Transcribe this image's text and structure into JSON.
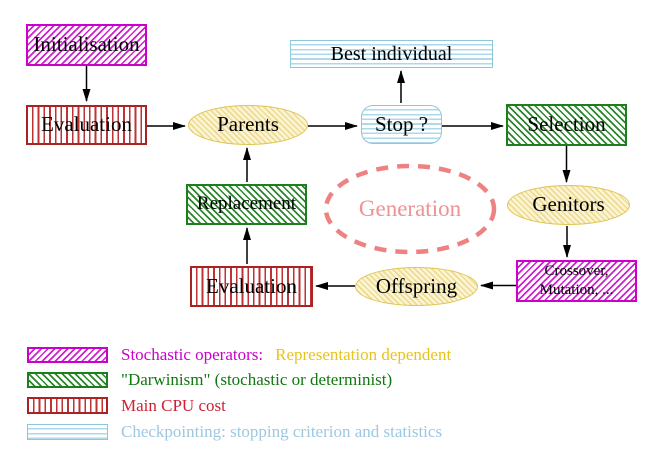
{
  "diagram": {
    "nodes": {
      "initialisation": "Initialisation",
      "evaluation_top": "Evaluation",
      "best_individual": "Best individual",
      "stop": "Stop ?",
      "selection": "Selection",
      "parents": "Parents",
      "genitors": "Genitors",
      "crossover_line1": "Crossover,",
      "crossover_line2": "Mutation, ...",
      "offspring": "Offspring",
      "evaluation_bottom": "Evaluation",
      "replacement": "Replacement",
      "generation": "Generation"
    },
    "colors": {
      "stochastic_magenta": "#cc00cc",
      "darwinism_green": "#1e7e1e",
      "cpu_red": "#aa2222",
      "checkpoint_cyan": "#8cc8dc",
      "population_yellow_border": "#e0c351",
      "generation_salmon": "#ee8282",
      "arrow_black": "#000000"
    }
  },
  "legend": {
    "items": [
      {
        "swatch": "magenta-hatch",
        "label": "Stochastic operators:",
        "label_color": "#cc00cc",
        "suffix": "Representation dependent",
        "suffix_color": "#e8c31e"
      },
      {
        "swatch": "green-hatch",
        "label": "\"Darwinism\" (stochastic or determinist)",
        "label_color": "#117711"
      },
      {
        "swatch": "red-stripes",
        "label": "Main CPU cost",
        "label_color": "#cc2233"
      },
      {
        "swatch": "cyan-stripes",
        "label": "Checkpointing: stopping criterion and statistics",
        "label_color": "#9cc8e0"
      }
    ]
  }
}
